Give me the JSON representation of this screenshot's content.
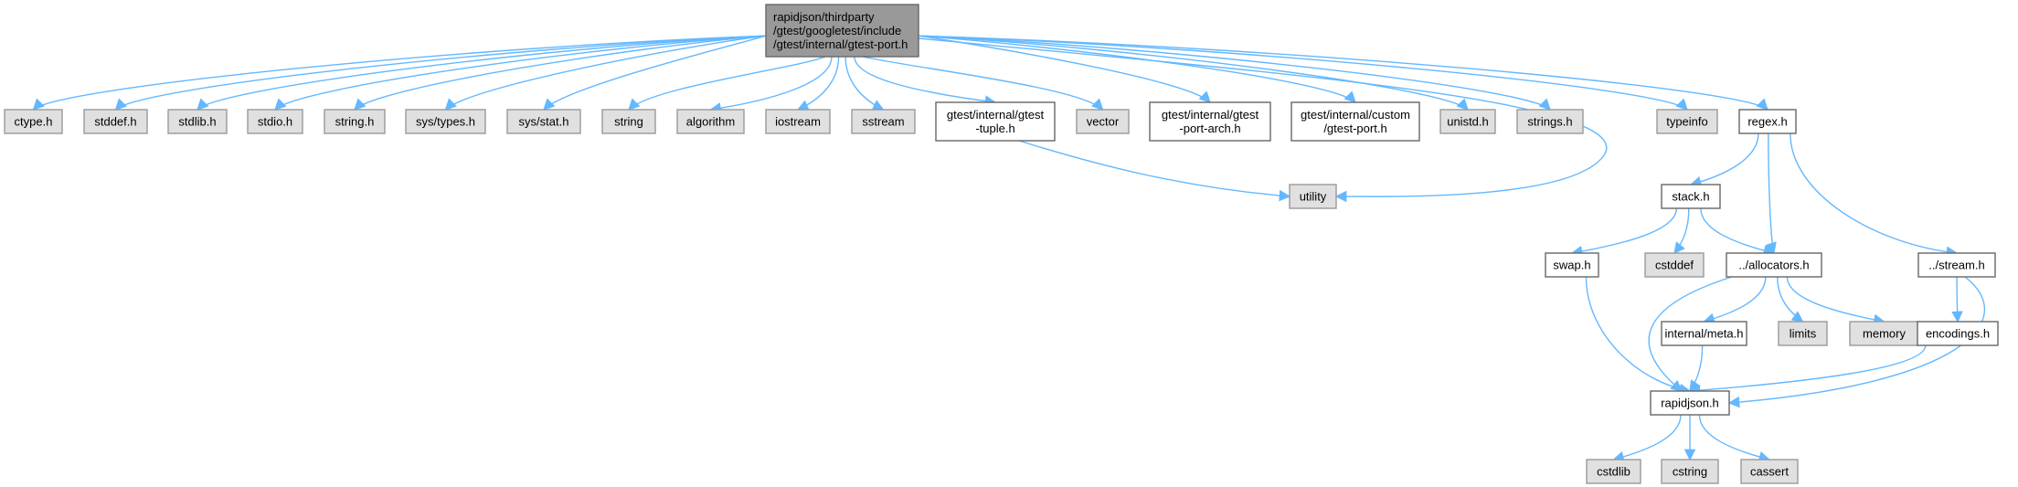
{
  "diagram": {
    "title": "",
    "colors": {
      "edge": "#63b8ff",
      "root_fill": "#999999",
      "linked_fill": "#ffffff",
      "external_fill": "#e0e0e0",
      "border": "#666666"
    },
    "nodes": [
      {
        "id": "root",
        "kind": "root",
        "lines": [
          "rapidjson/thirdparty",
          "/gtest/googletest/include",
          "/gtest/internal/gtest-port.h"
        ]
      },
      {
        "id": "ctype",
        "kind": "external",
        "lines": [
          "ctype.h"
        ]
      },
      {
        "id": "stddef",
        "kind": "external",
        "lines": [
          "stddef.h"
        ]
      },
      {
        "id": "stdlib",
        "kind": "external",
        "lines": [
          "stdlib.h"
        ]
      },
      {
        "id": "stdio",
        "kind": "external",
        "lines": [
          "stdio.h"
        ]
      },
      {
        "id": "string_h",
        "kind": "external",
        "lines": [
          "string.h"
        ]
      },
      {
        "id": "systypes",
        "kind": "external",
        "lines": [
          "sys/types.h"
        ]
      },
      {
        "id": "sysstat",
        "kind": "external",
        "lines": [
          "sys/stat.h"
        ]
      },
      {
        "id": "string",
        "kind": "external",
        "lines": [
          "string"
        ]
      },
      {
        "id": "algorithm",
        "kind": "external",
        "lines": [
          "algorithm"
        ]
      },
      {
        "id": "iostream",
        "kind": "external",
        "lines": [
          "iostream"
        ]
      },
      {
        "id": "sstream",
        "kind": "external",
        "lines": [
          "sstream"
        ]
      },
      {
        "id": "gtest_tuple",
        "kind": "linked",
        "lines": [
          "gtest/internal/gtest",
          "-tuple.h"
        ]
      },
      {
        "id": "vector",
        "kind": "external",
        "lines": [
          "vector"
        ]
      },
      {
        "id": "gtest_arch",
        "kind": "linked",
        "lines": [
          "gtest/internal/gtest",
          "-port-arch.h"
        ]
      },
      {
        "id": "gtest_custom",
        "kind": "linked",
        "lines": [
          "gtest/internal/custom",
          "/gtest-port.h"
        ]
      },
      {
        "id": "unistd",
        "kind": "external",
        "lines": [
          "unistd.h"
        ]
      },
      {
        "id": "strings",
        "kind": "external",
        "lines": [
          "strings.h"
        ]
      },
      {
        "id": "typeinfo",
        "kind": "external",
        "lines": [
          "typeinfo"
        ]
      },
      {
        "id": "regex",
        "kind": "linked",
        "lines": [
          "regex.h"
        ]
      },
      {
        "id": "utility",
        "kind": "external",
        "lines": [
          "utility"
        ]
      },
      {
        "id": "stack",
        "kind": "linked",
        "lines": [
          "stack.h"
        ]
      },
      {
        "id": "swap",
        "kind": "linked",
        "lines": [
          "swap.h"
        ]
      },
      {
        "id": "cstddef",
        "kind": "external",
        "lines": [
          "cstddef"
        ]
      },
      {
        "id": "allocators",
        "kind": "linked",
        "lines": [
          "../allocators.h"
        ]
      },
      {
        "id": "stream",
        "kind": "linked",
        "lines": [
          "../stream.h"
        ]
      },
      {
        "id": "meta",
        "kind": "linked",
        "lines": [
          "internal/meta.h"
        ]
      },
      {
        "id": "limits",
        "kind": "external",
        "lines": [
          "limits"
        ]
      },
      {
        "id": "memory",
        "kind": "external",
        "lines": [
          "memory"
        ]
      },
      {
        "id": "encodings",
        "kind": "linked",
        "lines": [
          "encodings.h"
        ]
      },
      {
        "id": "rapidjson",
        "kind": "linked",
        "lines": [
          "rapidjson.h"
        ]
      },
      {
        "id": "cstdlib",
        "kind": "external",
        "lines": [
          "cstdlib"
        ]
      },
      {
        "id": "cstring",
        "kind": "external",
        "lines": [
          "cstring"
        ]
      },
      {
        "id": "cassert",
        "kind": "external",
        "lines": [
          "cassert"
        ]
      }
    ],
    "edges": [
      {
        "from": "root",
        "to": "ctype"
      },
      {
        "from": "root",
        "to": "stddef"
      },
      {
        "from": "root",
        "to": "stdlib"
      },
      {
        "from": "root",
        "to": "stdio"
      },
      {
        "from": "root",
        "to": "string_h"
      },
      {
        "from": "root",
        "to": "systypes"
      },
      {
        "from": "root",
        "to": "sysstat"
      },
      {
        "from": "root",
        "to": "string"
      },
      {
        "from": "root",
        "to": "algorithm"
      },
      {
        "from": "root",
        "to": "iostream"
      },
      {
        "from": "root",
        "to": "sstream"
      },
      {
        "from": "root",
        "to": "gtest_tuple"
      },
      {
        "from": "root",
        "to": "vector"
      },
      {
        "from": "root",
        "to": "gtest_arch"
      },
      {
        "from": "root",
        "to": "gtest_custom"
      },
      {
        "from": "root",
        "to": "unistd"
      },
      {
        "from": "root",
        "to": "strings"
      },
      {
        "from": "root",
        "to": "typeinfo"
      },
      {
        "from": "root",
        "to": "regex"
      },
      {
        "from": "root",
        "to": "utility"
      },
      {
        "from": "gtest_tuple",
        "to": "utility"
      },
      {
        "from": "regex",
        "to": "stack"
      },
      {
        "from": "regex",
        "to": "allocators"
      },
      {
        "from": "regex",
        "to": "stream"
      },
      {
        "from": "stack",
        "to": "swap"
      },
      {
        "from": "stack",
        "to": "cstddef"
      },
      {
        "from": "stack",
        "to": "allocators"
      },
      {
        "from": "swap",
        "to": "rapidjson"
      },
      {
        "from": "allocators",
        "to": "meta"
      },
      {
        "from": "allocators",
        "to": "limits"
      },
      {
        "from": "allocators",
        "to": "memory"
      },
      {
        "from": "allocators",
        "to": "rapidjson"
      },
      {
        "from": "meta",
        "to": "rapidjson"
      },
      {
        "from": "stream",
        "to": "encodings"
      },
      {
        "from": "stream",
        "to": "rapidjson"
      },
      {
        "from": "encodings",
        "to": "rapidjson"
      },
      {
        "from": "rapidjson",
        "to": "cstdlib"
      },
      {
        "from": "rapidjson",
        "to": "cstring"
      },
      {
        "from": "rapidjson",
        "to": "cassert"
      }
    ]
  }
}
